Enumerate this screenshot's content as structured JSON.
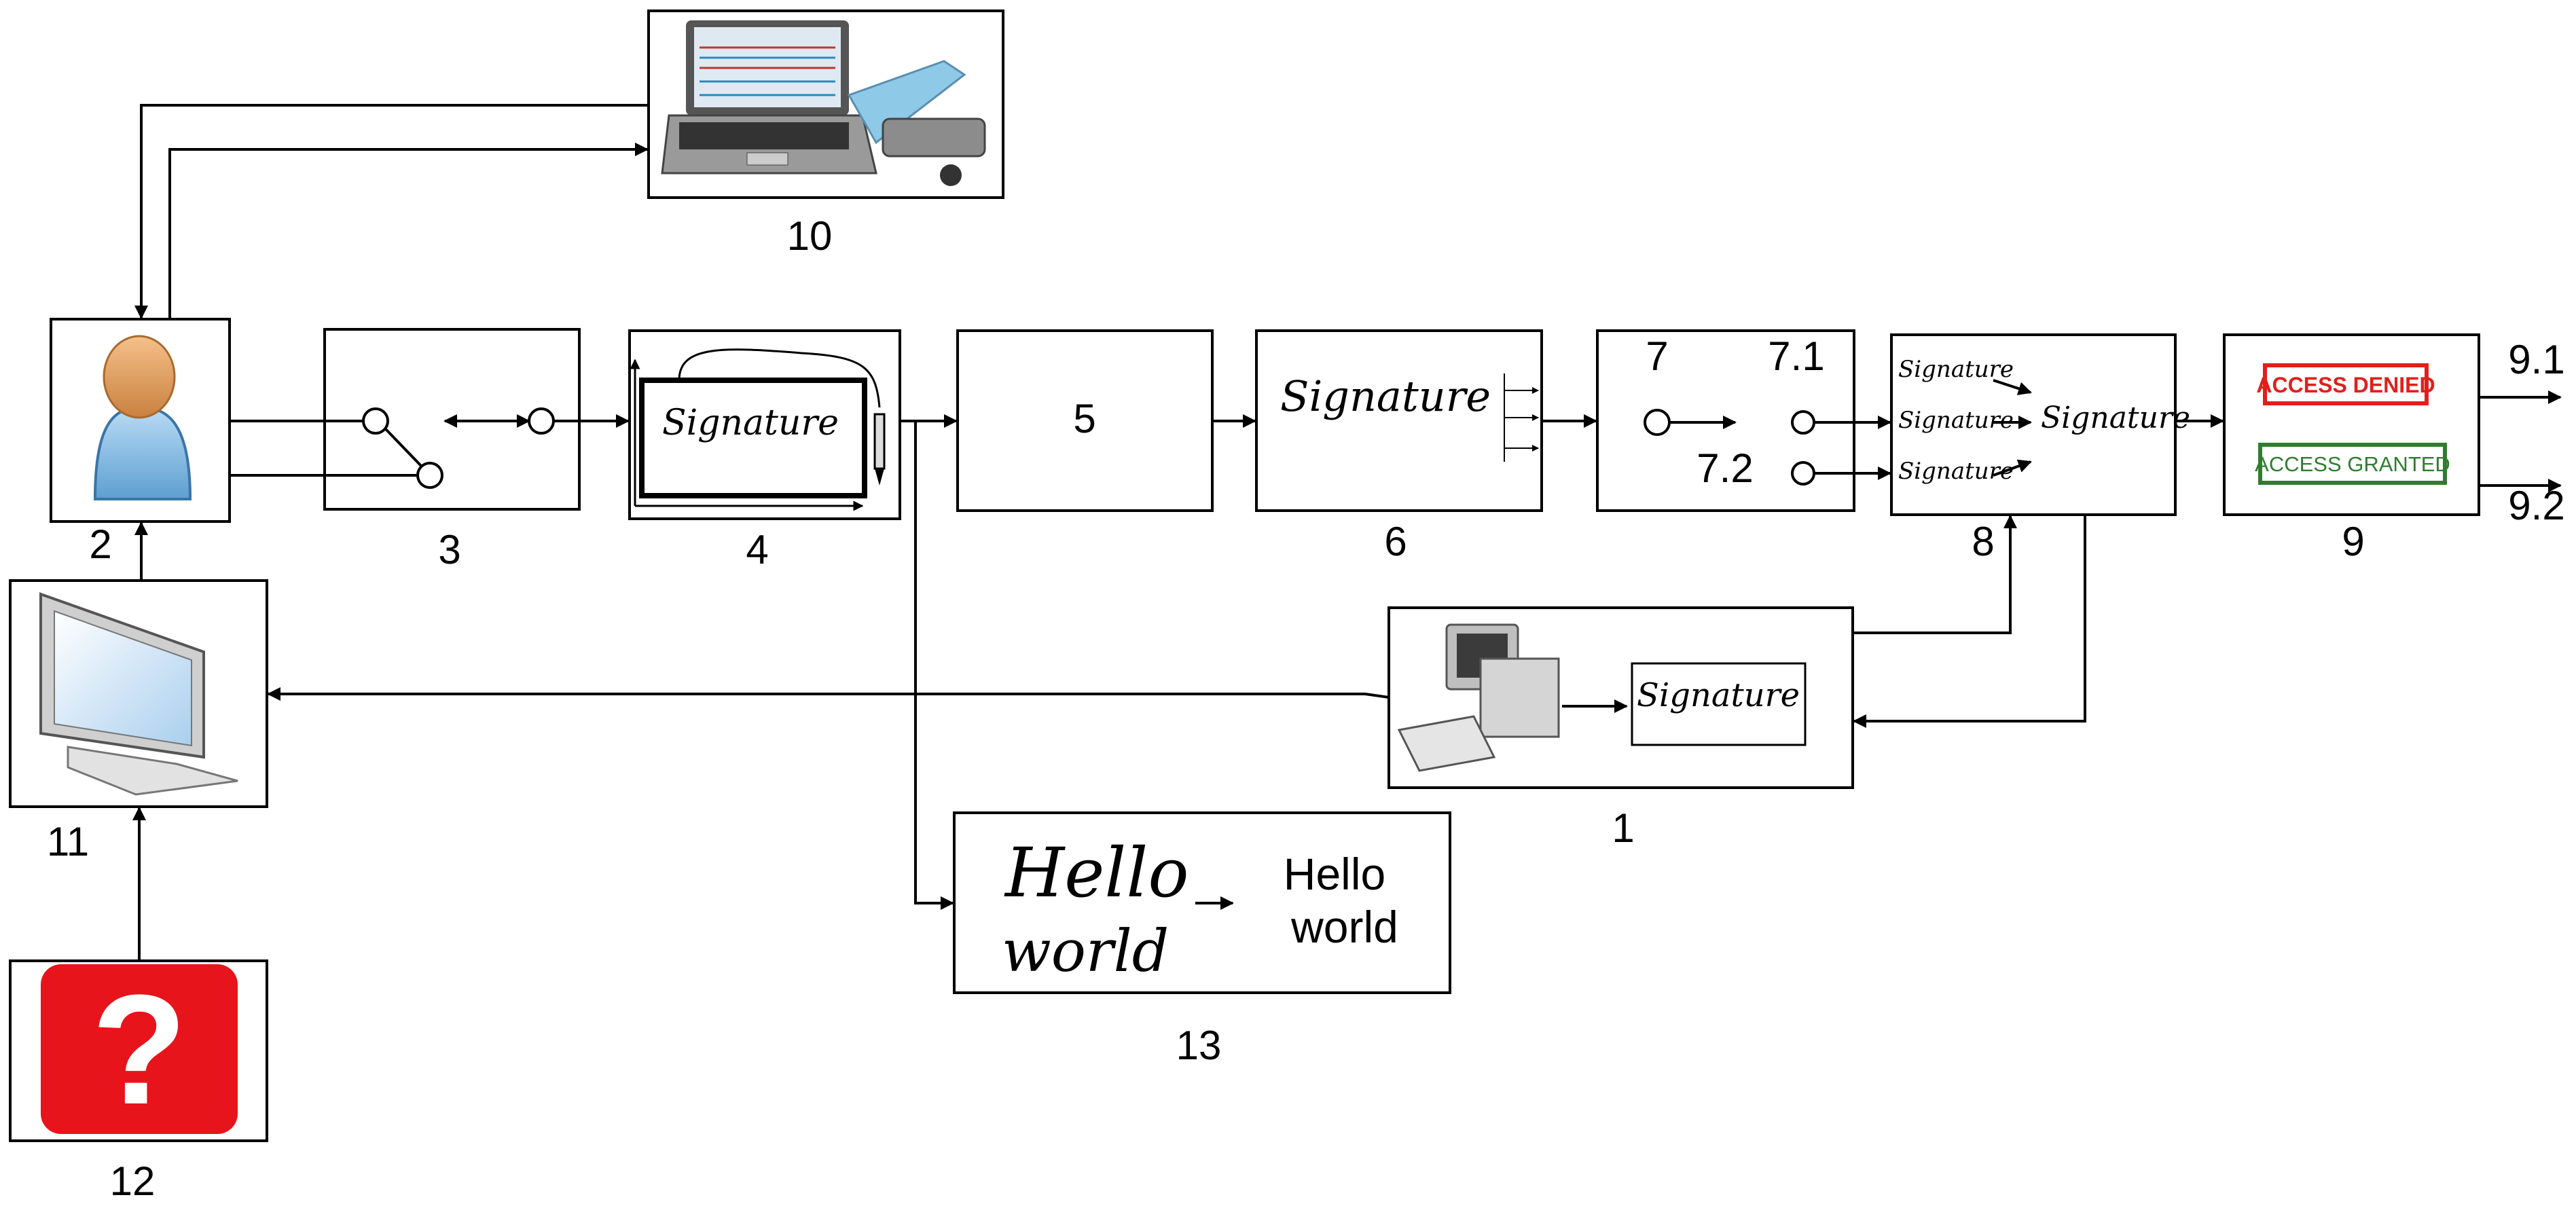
{
  "blocks": {
    "b1": "1",
    "b2": "2",
    "b3": "3",
    "b4": "4",
    "b5": "5",
    "b6": "6",
    "b7": "7",
    "b7_1": "7.1",
    "b7_2": "7.2",
    "b8": "8",
    "b9": "9",
    "b9_1": "9.1",
    "b9_2": "9.2",
    "b10": "10",
    "b11": "11",
    "b12": "12",
    "b13": "13"
  },
  "handwriting": {
    "signature": "Signature",
    "hello": "Hello",
    "world": "world"
  },
  "recognized_text": {
    "line1": "Hello",
    "line2": "world"
  },
  "access": {
    "denied": "ACCESS DENIED",
    "granted": "ACCESS GRANTED"
  },
  "icons": {
    "user": "user-icon",
    "monitor": "monitor-icon",
    "help": "question-mark-icon",
    "laptop": "laptop-device-icon",
    "computer": "desktop-computer-icon",
    "tablet": "signature-tablet-icon"
  },
  "colors": {
    "denied": "#e0201b",
    "granted": "#2f7d2f",
    "help_red": "#e8141b"
  }
}
